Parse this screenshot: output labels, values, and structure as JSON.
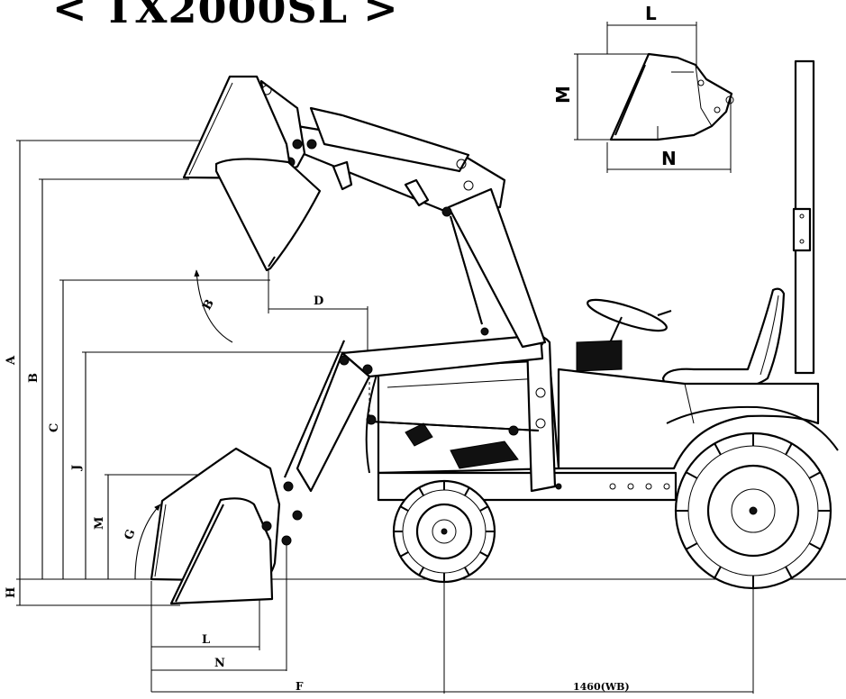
{
  "title": "< TX2000SL >",
  "labels": {
    "A": "A",
    "B": "B",
    "C": "C",
    "J": "J",
    "M": "M",
    "G": "G",
    "H": "H",
    "D": "D",
    "beta": "B",
    "L": "L",
    "N": "N",
    "F": "F",
    "wheelbase": "1460(WB)"
  },
  "inset": {
    "L": "L",
    "M": "M",
    "N": "N"
  }
}
